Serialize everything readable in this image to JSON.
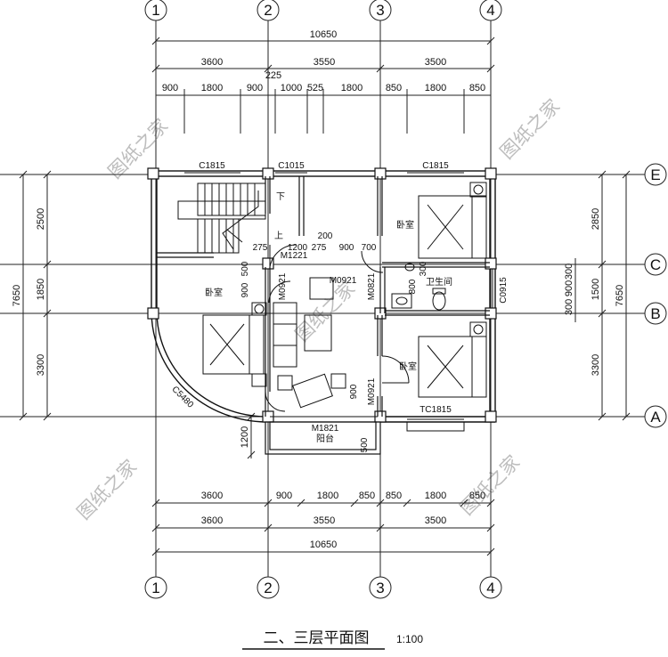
{
  "axes": {
    "v": [
      "1",
      "2",
      "3",
      "4"
    ],
    "h": [
      "A",
      "B",
      "C",
      "E"
    ]
  },
  "dims_top": {
    "overall": "10650",
    "bays": [
      "3600",
      "3550",
      "3500"
    ],
    "segs": [
      "900",
      "1800",
      "900",
      "225",
      "1000",
      "525",
      "1800",
      "850",
      "1800",
      "850"
    ]
  },
  "dims_bottom": {
    "segs": [
      "3600",
      "900",
      "1800",
      "850",
      "850",
      "1800",
      "850"
    ],
    "bays": [
      "3600",
      "3550",
      "3500"
    ],
    "overall": "10650"
  },
  "dims_left": {
    "segs": [
      "2500",
      "1850",
      "3300"
    ],
    "overall": "7650",
    "balcony": "1200"
  },
  "dims_right": {
    "segs": [
      "2850",
      "1500",
      "3300"
    ],
    "overall": "7650",
    "small": [
      "300",
      "900",
      "300"
    ]
  },
  "windows": {
    "c1815_a": "C1815",
    "c1015": "C1015",
    "c1815_b": "C1815",
    "c0915": "C0915",
    "tc1815": "TC1815",
    "c5480": "C5480"
  },
  "doors": {
    "m1221": "M1221",
    "m0921_a": "M0921",
    "m0921_b": "M0921",
    "m0821": "M0821",
    "m0921_c": "M0921",
    "m1821": "M1821"
  },
  "rooms": {
    "bedroom_ne": "卧室",
    "bedroom_w": "卧室",
    "bedroom_se": "卧室",
    "bathroom": "卫生间",
    "balcony": "阳台"
  },
  "stair": {
    "down": "下",
    "up": "上"
  },
  "inner_dims": {
    "d275a": "275",
    "d1200": "1200",
    "d275b": "275",
    "d200": "200",
    "d900": "900",
    "d700": "700",
    "d900v": "900",
    "d500": "500",
    "d800": "800",
    "d300v": "300",
    "d900w": "900",
    "d500b": "500"
  },
  "title": "二、三层平面图",
  "scale": "1:100",
  "watermark": "图纸之家"
}
